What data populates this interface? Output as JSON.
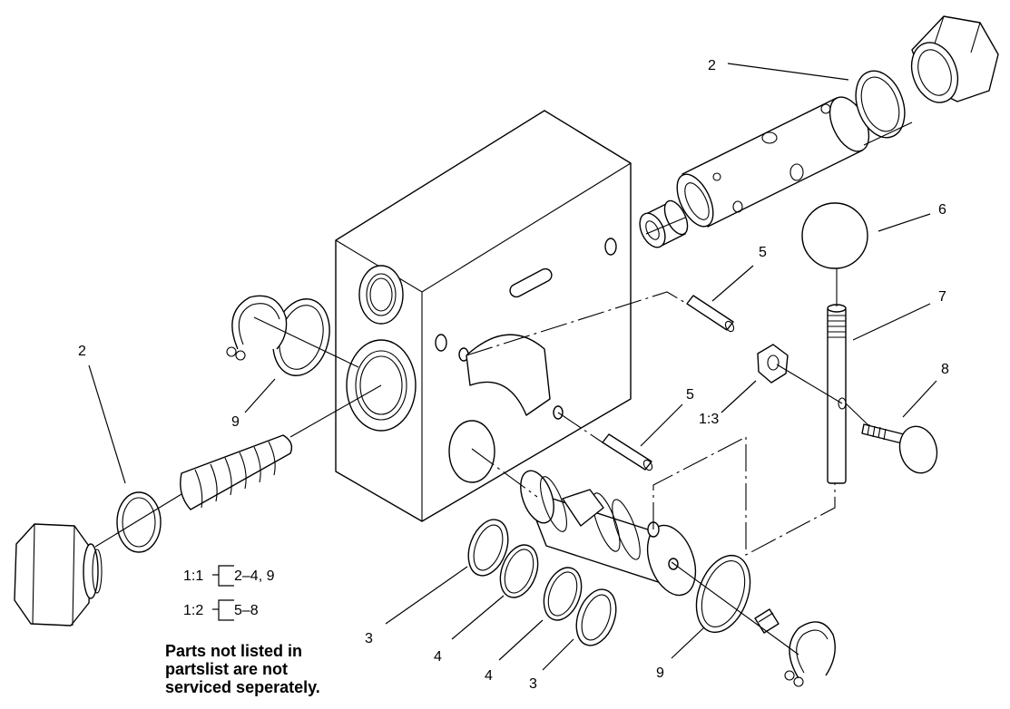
{
  "callouts": {
    "c2_top": "2",
    "c2_left": "2",
    "c3_a": "3",
    "c3_b": "3",
    "c4_a": "4",
    "c4_b": "4",
    "c5_top": "5",
    "c5_mid": "5",
    "c6": "6",
    "c7": "7",
    "c8": "8",
    "c9_left": "9",
    "c9_bottom": "9",
    "c13": "1:3"
  },
  "ratio_key": [
    {
      "ratio": "1:1",
      "items": "2–4, 9"
    },
    {
      "ratio": "1:2",
      "items": "5–8"
    }
  ],
  "note_lines": [
    "Parts not listed in",
    "partslist are not",
    "serviced seperately."
  ]
}
